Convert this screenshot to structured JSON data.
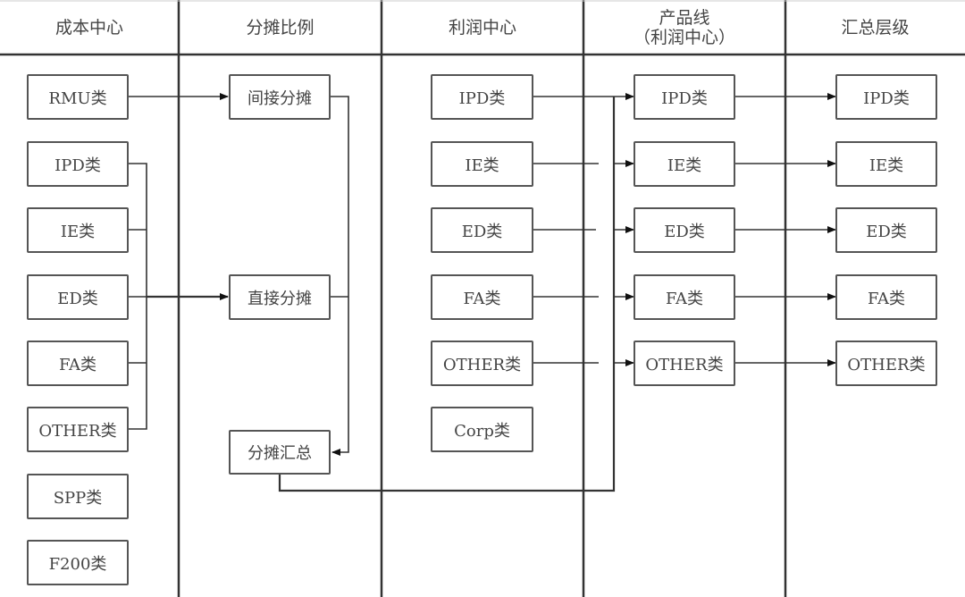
{
  "columns": [
    {
      "id": "cost-center",
      "title": "成本中心"
    },
    {
      "id": "allocation-ratio",
      "title": "分摊比例"
    },
    {
      "id": "profit-center",
      "title": "利润中心"
    },
    {
      "id": "product-line",
      "title": "产品线",
      "subtitle": "（利润中心）"
    },
    {
      "id": "summary-level",
      "title": "汇总层级"
    }
  ],
  "cost_center": [
    "RMU类",
    "IPD类",
    "IE类",
    "ED类",
    "FA类",
    "OTHER类",
    "SPP类",
    "F200类"
  ],
  "allocation": [
    "间接分摊",
    "直接分摊",
    "分摊汇总"
  ],
  "profit_center": [
    "IPD类",
    "IE类",
    "ED类",
    "FA类",
    "OTHER类",
    "Corp类"
  ],
  "product_line": [
    "IPD类",
    "IE类",
    "ED类",
    "FA类",
    "OTHER类"
  ],
  "summary_level": [
    "IPD类",
    "IE类",
    "ED类",
    "FA类",
    "OTHER类"
  ],
  "edges": [
    {
      "from": "成本中心.RMU类",
      "to": "分摊比例.间接分摊"
    },
    {
      "from": "成本中心.IPD类/IE类/ED类/FA类/OTHER类",
      "to": "分摊比例.直接分摊"
    },
    {
      "from": "分摊比例.间接分摊+直接分摊",
      "to": "分摊比例.分摊汇总"
    },
    {
      "from": "分摊比例.分摊汇总",
      "to": "产品线.*"
    },
    {
      "from": "利润中心.IPD类",
      "to": "产品线.IPD类"
    },
    {
      "from": "利润中心.IE类",
      "to": "产品线.IE类"
    },
    {
      "from": "利润中心.ED类",
      "to": "产品线.ED类"
    },
    {
      "from": "利润中心.FA类",
      "to": "产品线.FA类"
    },
    {
      "from": "利润中心.OTHER类",
      "to": "产品线.OTHER类"
    },
    {
      "from": "产品线.IPD类",
      "to": "汇总层级.IPD类"
    },
    {
      "from": "产品线.IE类",
      "to": "汇总层级.IE类"
    },
    {
      "from": "产品线.ED类",
      "to": "汇总层级.ED类"
    },
    {
      "from": "产品线.FA类",
      "to": "汇总层级.FA类"
    },
    {
      "from": "产品线.OTHER类",
      "to": "汇总层级.OTHER类"
    }
  ]
}
